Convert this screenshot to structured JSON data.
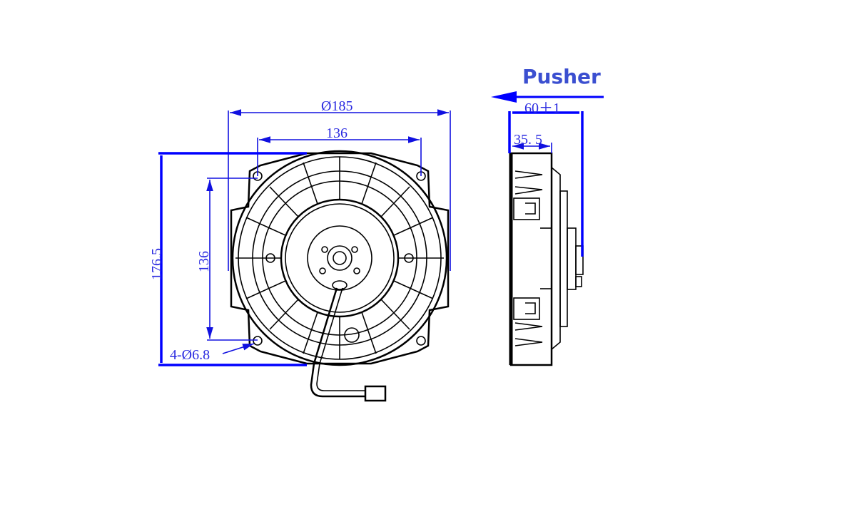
{
  "title": "Pusher",
  "colors": {
    "dimension": "#1010e0",
    "title": "#3b4fd0",
    "outline": "#000000"
  },
  "front_view": {
    "outer_diameter": "Ø185",
    "hole_spacing_horizontal": "136",
    "hole_spacing_vertical": "136",
    "height": "176.5",
    "mounting_holes": "4-Ø6.8"
  },
  "side_view": {
    "total_depth": "60＋1",
    "frame_depth": "35. 5"
  }
}
